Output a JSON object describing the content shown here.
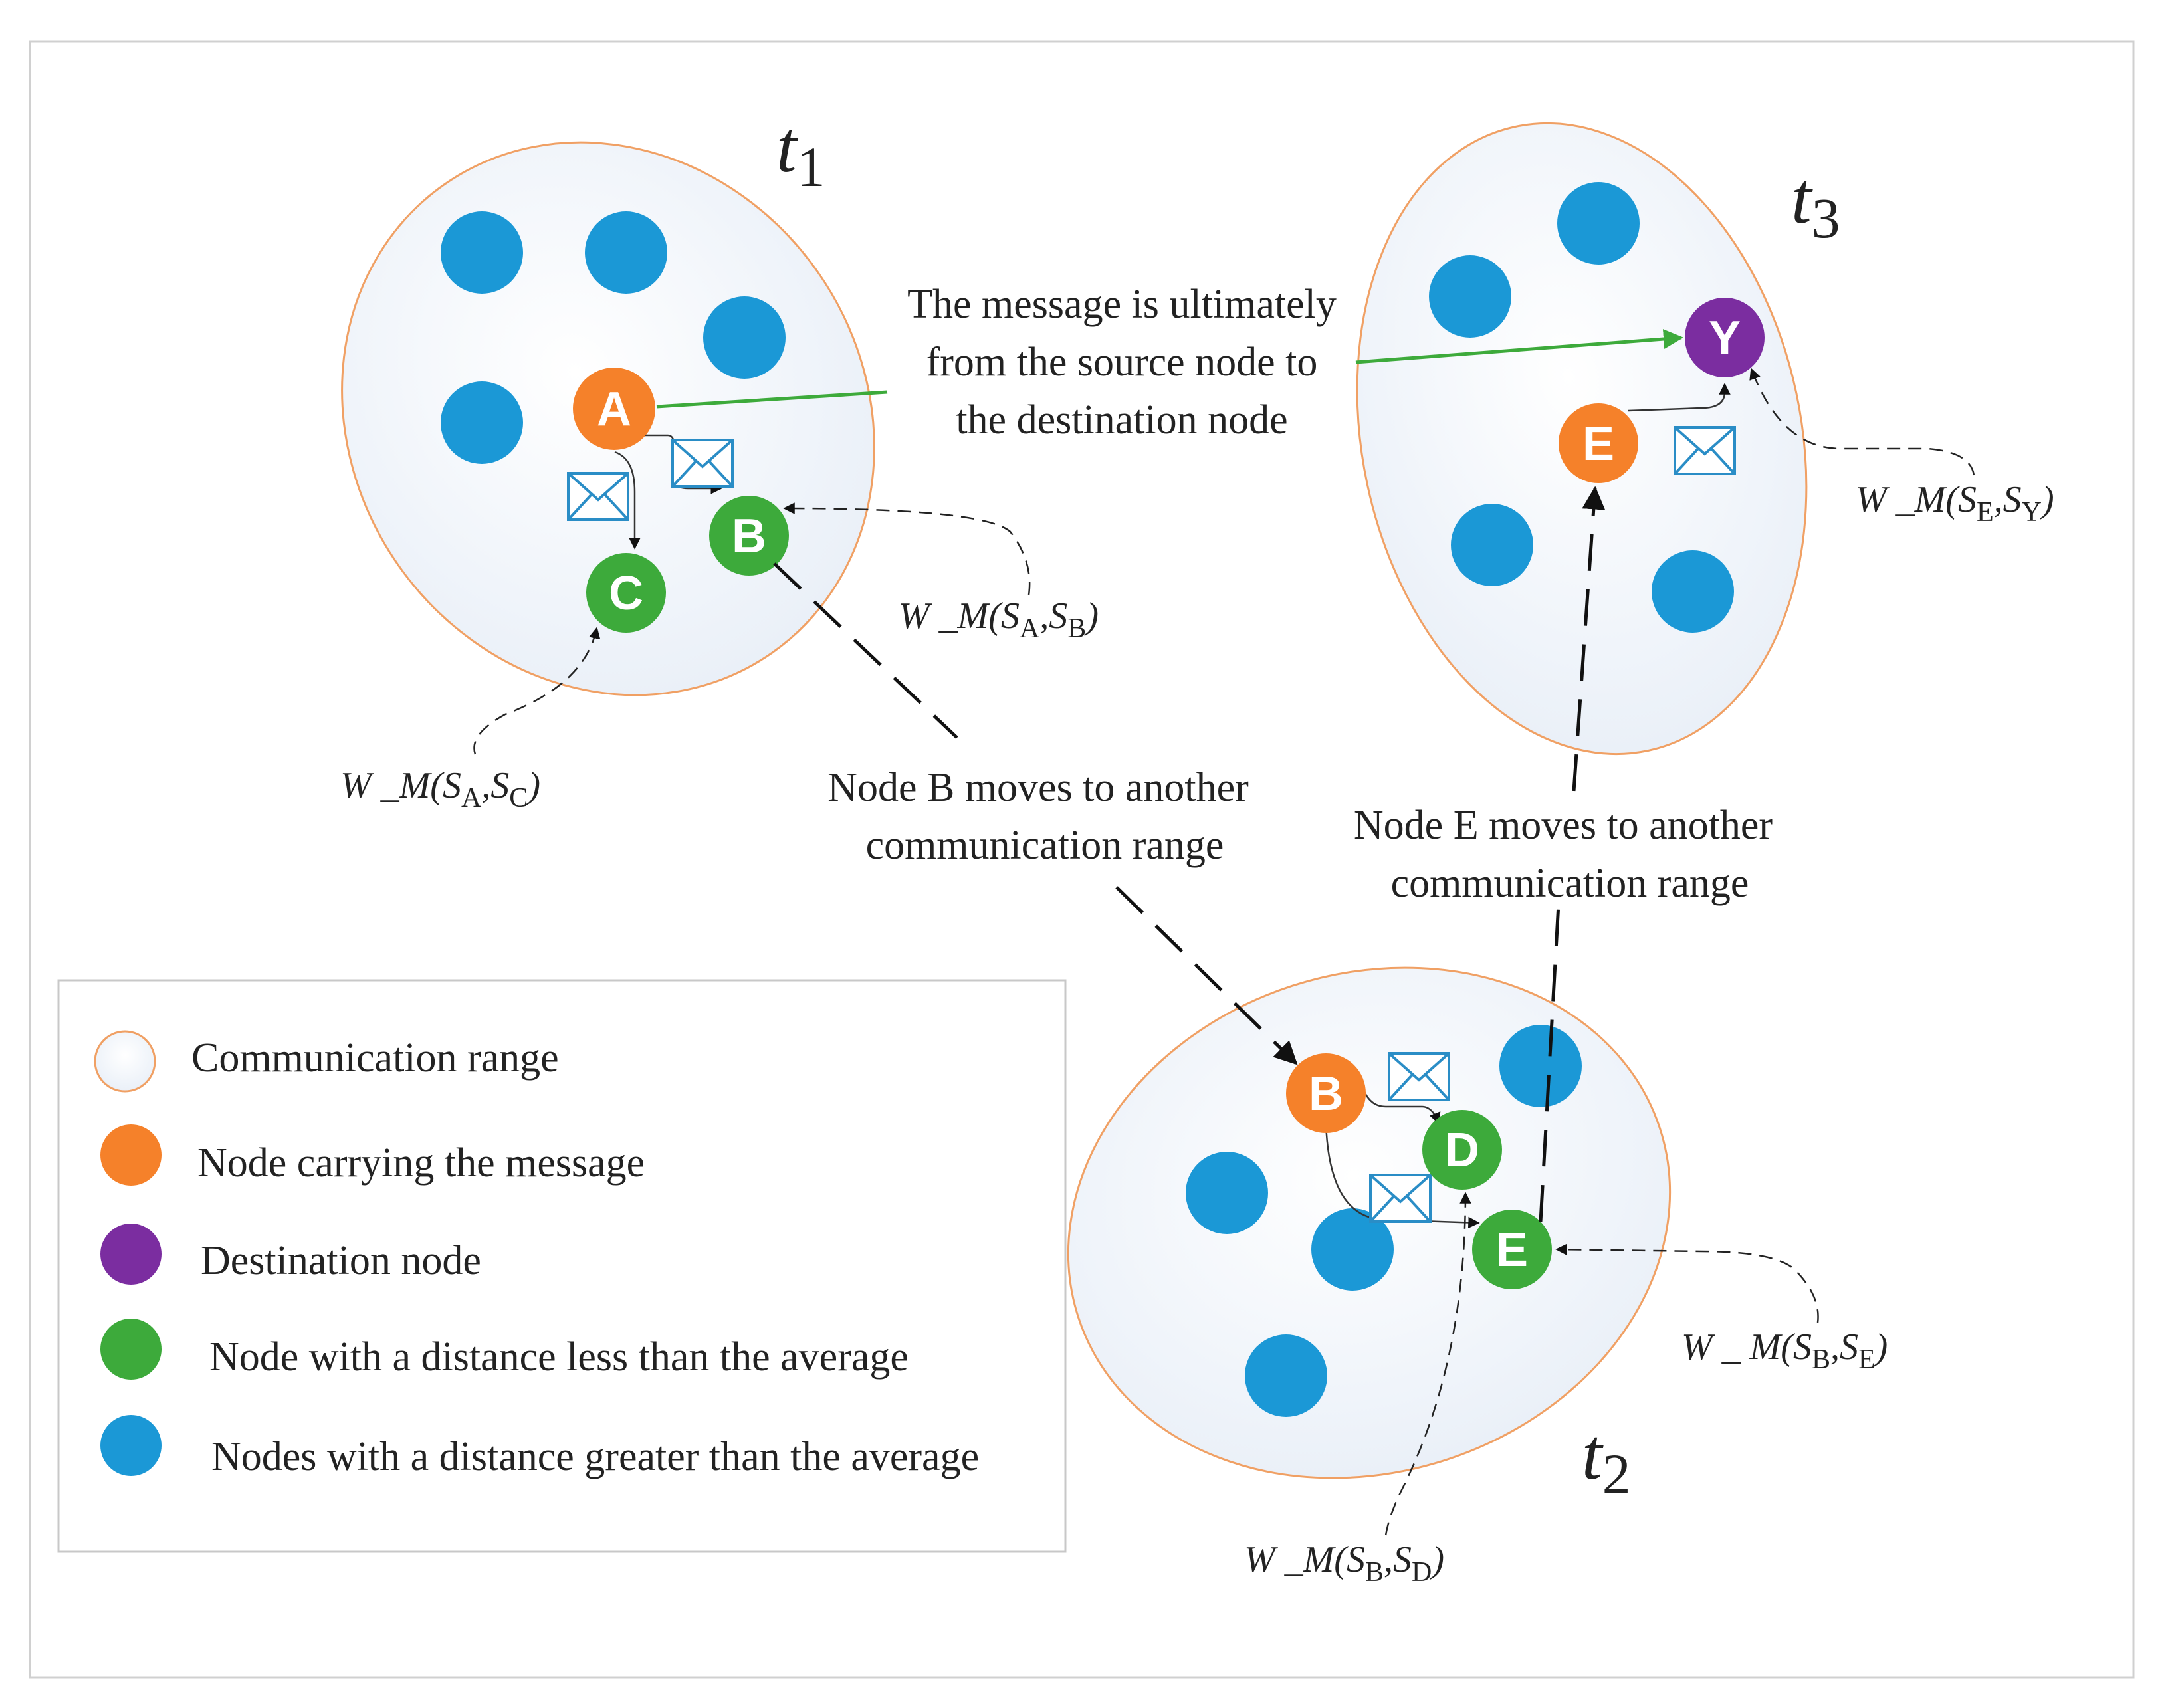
{
  "colors": {
    "carrier": "#f5812a",
    "destination": "#7b2da0",
    "near": "#3daa3b",
    "far": "#1b98d6",
    "range_fill": "#f2f5fa",
    "range_stroke": "#f0a064",
    "arrow_green": "#3daa3b"
  },
  "ranges": {
    "t1": {
      "time_base": "t",
      "time_sub": "1"
    },
    "t2": {
      "time_base": "t",
      "time_sub": "2"
    },
    "t3": {
      "time_base": "t",
      "time_sub": "3"
    }
  },
  "nodes": {
    "A": {
      "label": "A",
      "role": "carrier"
    },
    "B1": {
      "label": "B",
      "role": "near"
    },
    "C": {
      "label": "C",
      "role": "near"
    },
    "B2": {
      "label": "B",
      "role": "carrier"
    },
    "D": {
      "label": "D",
      "role": "near"
    },
    "E2": {
      "label": "E",
      "role": "near"
    },
    "E3": {
      "label": "E",
      "role": "carrier"
    },
    "Y": {
      "label": "Y",
      "role": "destination"
    }
  },
  "captions": {
    "message_line1": "The message is ultimately",
    "message_line2": "from the source node to",
    "message_line3": "the destination node",
    "moveB_line1": "Node B moves to another",
    "moveB_line2": "communication range",
    "moveE_line1": "Node E moves to another",
    "moveE_line2": "communication range"
  },
  "weights": {
    "AC": {
      "prefix": "W _M(S",
      "s1": "A",
      "mid": ",S",
      "s2": "C",
      "suffix": ")"
    },
    "AB": {
      "prefix": "W _M(S",
      "s1": "A",
      "mid": ",S",
      "s2": "B",
      "suffix": ")"
    },
    "BD": {
      "prefix": "W _M(S",
      "s1": "B",
      "mid": ",S",
      "s2": "D",
      "suffix": ")"
    },
    "BE": {
      "prefix": "W _ M(S",
      "s1": "B",
      "mid": ",S",
      "s2": "E",
      "suffix": ")"
    },
    "EY": {
      "prefix": "W _M(S",
      "s1": "E",
      "mid": ",S",
      "s2": "Y",
      "suffix": ")"
    }
  },
  "legend": {
    "items": [
      {
        "label": "Communication range",
        "kind": "range"
      },
      {
        "label": "Node carrying the message",
        "kind": "carrier"
      },
      {
        "label": "Destination node",
        "kind": "destination"
      },
      {
        "label": "Node with a distance less than the average",
        "kind": "near"
      },
      {
        "label": "Nodes with a distance greater than the average",
        "kind": "far"
      }
    ]
  }
}
